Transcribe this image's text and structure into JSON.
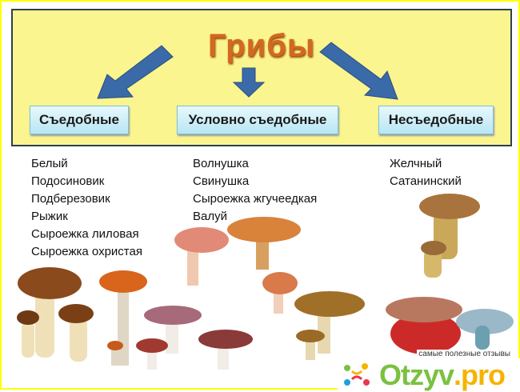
{
  "title": "Грибы",
  "categories": [
    {
      "label": "Съедобные",
      "items": [
        "Белый",
        "Подосиновик",
        "Подберезовик",
        "Рыжик",
        "Сыроежка лиловая",
        "Сыроежка охристая"
      ]
    },
    {
      "label": "Условно съедобные",
      "items": [
        "Волнушка",
        "Свинушка",
        "Сыроежка жгучеедкая",
        "Валуй"
      ]
    },
    {
      "label": "Несъедобные",
      "items": [
        "Желчный",
        "Сатанинский"
      ]
    }
  ],
  "watermark": {
    "tagline": "самые полезные отзывы",
    "brand": "Otzyv",
    "tld": ".pro"
  },
  "colors": {
    "panel": "#fbf58f",
    "arrow": "#3a6aa8",
    "title": "#d2691e",
    "brand": "#7ac142"
  }
}
